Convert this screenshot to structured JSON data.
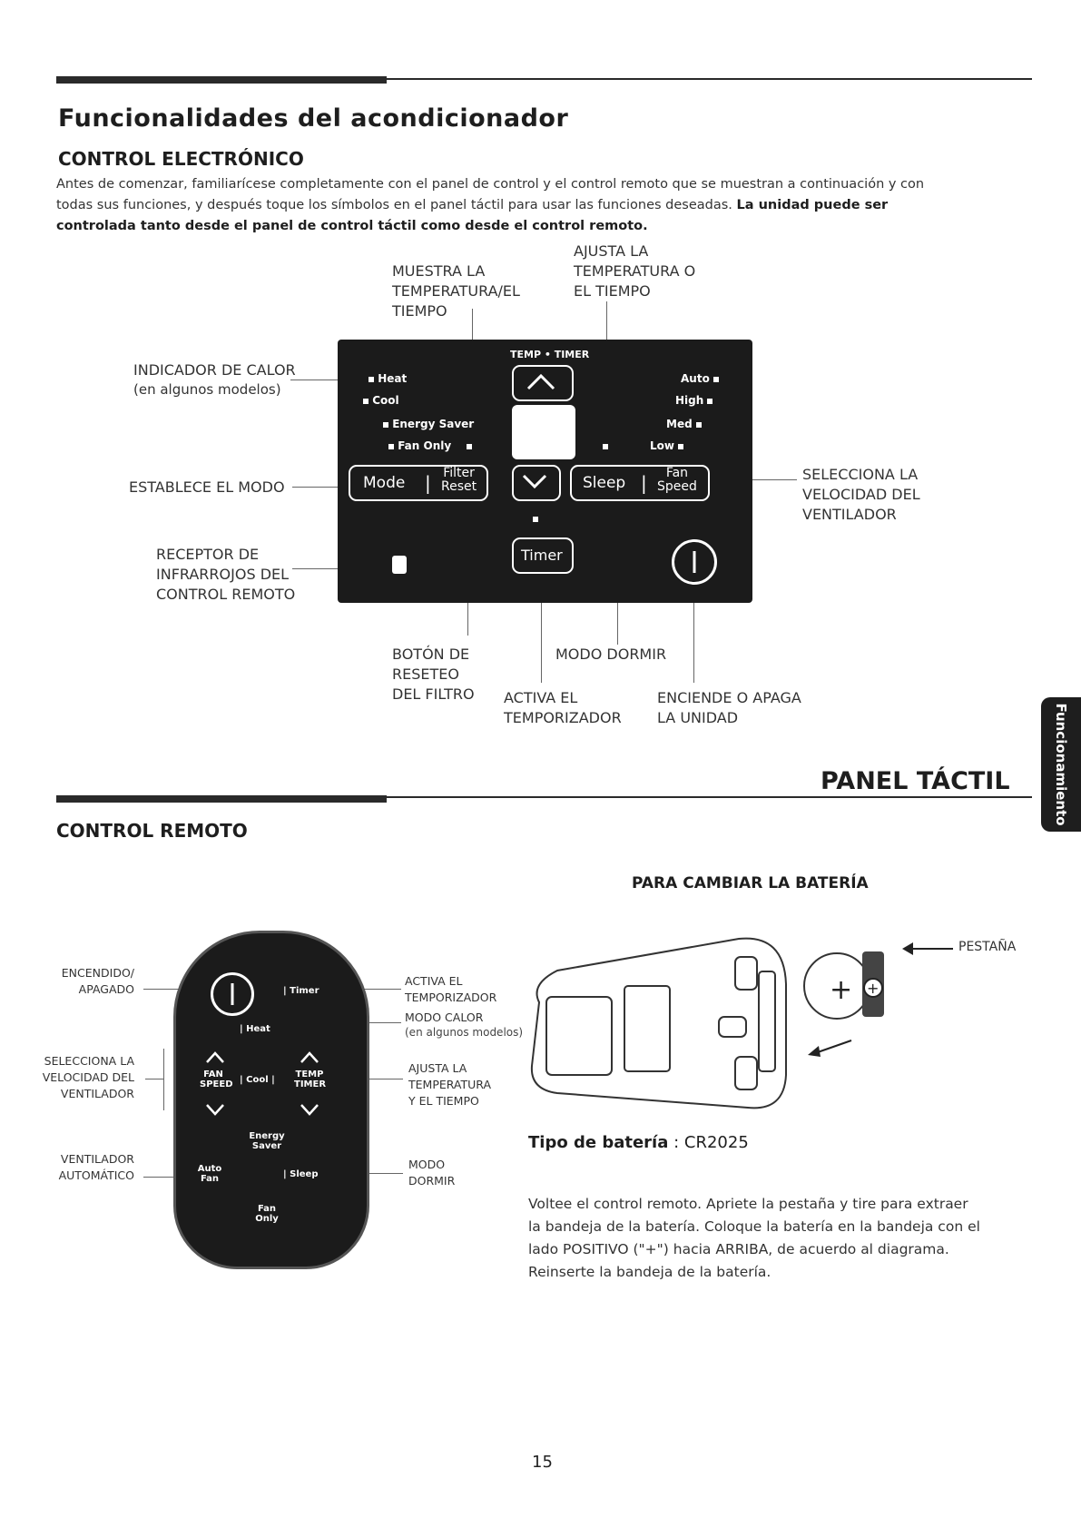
{
  "header": {
    "title": "Funcionalidades del acondicionador",
    "section1": "CONTROL ELECTRÓNICO",
    "intro_normal": "Antes de comenzar, familiarícese completamente con el panel de control y el control remoto que se muestran a continuación y con todas sus funciones, y después toque los símbolos en el panel táctil para usar las funciones deseadas.",
    "intro_bold": "La unidad puede ser controlada tanto desde el panel de control táctil como desde el control remoto."
  },
  "touch_panel_labels": {
    "display": "MUESTRA LA TEMPERATURA/EL TIEMPO",
    "adjust": "AJUSTA LA TEMPERATURA O EL TIEMPO",
    "heat_indicator": "INDICADOR DE CALOR",
    "heat_indicator_note": "(en algunos modelos)",
    "mode": "ESTABLECE EL MODO",
    "receiver": "RECEPTOR DE INFRARROJOS DEL CONTROL REMOTO",
    "fan_speed": "SELECCIONA LA VELOCIDAD DEL VENTILADOR",
    "filter_reset": "BOTÓN DE RESETEO DEL FILTRO",
    "sleep": "MODO DORMIR",
    "timer": "ACTIVA EL TEMPORIZADOR",
    "power": "ENCIENDE O APAGA LA UNIDAD",
    "panel_caption": "PANEL TÁCTIL"
  },
  "touch_panel": {
    "temp_timer": "TEMP • TIMER",
    "heat": "Heat",
    "cool": "Cool",
    "energy_saver": "Energy Saver",
    "fan_only": "Fan Only",
    "auto": "Auto",
    "high": "High",
    "med": "Med",
    "low": "Low",
    "mode": "Mode",
    "filter": "Filter",
    "reset": "Reset",
    "sleep": "Sleep",
    "fan": "Fan",
    "speed": "Speed",
    "timer": "Timer"
  },
  "side_tab": "Funcionamiento",
  "remote_section": {
    "title": "CONTROL REMOTO",
    "on_off": "ENCENDIDO/ APAGADO",
    "fan_speed": "SELECCIONA LA VELOCIDAD DEL VENTILADOR",
    "auto_fan": "VENTILADOR AUTOMÁTICO",
    "timer": "ACTIVA EL TEMPORIZADOR",
    "heat_mode": "MODO CALOR",
    "heat_mode_note": "(en algunos modelos)",
    "adjust": "AJUSTA LA TEMPERATURA Y EL TIEMPO",
    "sleep": "MODO DORMIR"
  },
  "remote": {
    "timer": "Timer",
    "heat": "Heat",
    "fan_speed_1": "FAN",
    "fan_speed_2": "SPEED",
    "cool": "Cool",
    "temp_timer_1": "TEMP",
    "temp_timer_2": "TIMER",
    "energy_1": "Energy",
    "energy_2": "Saver",
    "auto_1": "Auto",
    "auto_2": "Fan",
    "sleep": "Sleep",
    "fan_only_1": "Fan",
    "fan_only_2": "Only"
  },
  "battery": {
    "title": "PARA CAMBIAR LA BATERÍA",
    "tab_label": "PESTAÑA",
    "type_label": "Tipo de batería",
    "type_value": ": CR2025",
    "instructions": "Voltee el control remoto. Apriete la pestaña y tire para extraer la bandeja de la batería. Coloque la batería en la bandeja con el lado POSITIVO (\"+\") hacia ARRIBA, de acuerdo al diagrama. Reinserte la bandeja de la batería."
  },
  "footer": {
    "page_number": "15"
  }
}
